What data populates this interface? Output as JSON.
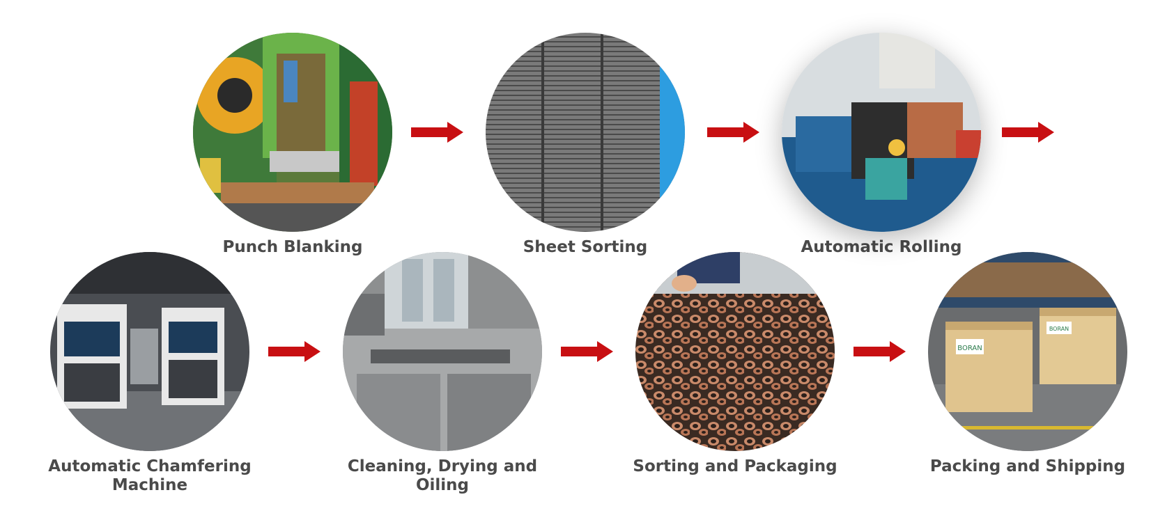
{
  "steps": [
    {
      "id": "punch-blanking",
      "label": "Punch Blanking"
    },
    {
      "id": "sheet-sorting",
      "label": "Sheet Sorting"
    },
    {
      "id": "automatic-rolling",
      "label": "Automatic Rolling"
    },
    {
      "id": "automatic-chamfering",
      "label": "Automatic Chamfering Machine"
    },
    {
      "id": "cleaning-drying-oiling",
      "label": "Cleaning, Drying and Oiling"
    },
    {
      "id": "sorting-packaging",
      "label": "Sorting and Packaging"
    },
    {
      "id": "packing-shipping",
      "label": "Packing and Shipping"
    }
  ],
  "crate_labels": [
    "BORAN",
    "BORAN"
  ],
  "colors": {
    "arrow": "#c80f12",
    "caption": "#4a4a4a"
  }
}
